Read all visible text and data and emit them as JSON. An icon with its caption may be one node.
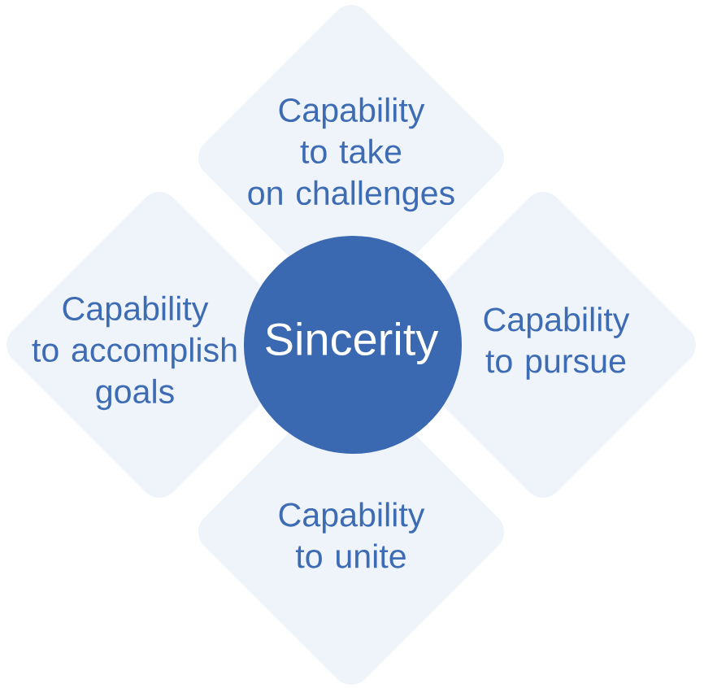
{
  "diagram": {
    "nodes": [
      {
        "text": [
          "Capability to take on challenges"
        ]
      },
      {
        "text": [
          "Capability to accomplish goals"
        ]
      },
      {
        "text": [
          "Sincerity"
        ]
      },
      {
        "text": [
          "Capability to pursue"
        ]
      },
      {
        "text": [
          "Capability to unite"
        ]
      }
    ]
  }
}
